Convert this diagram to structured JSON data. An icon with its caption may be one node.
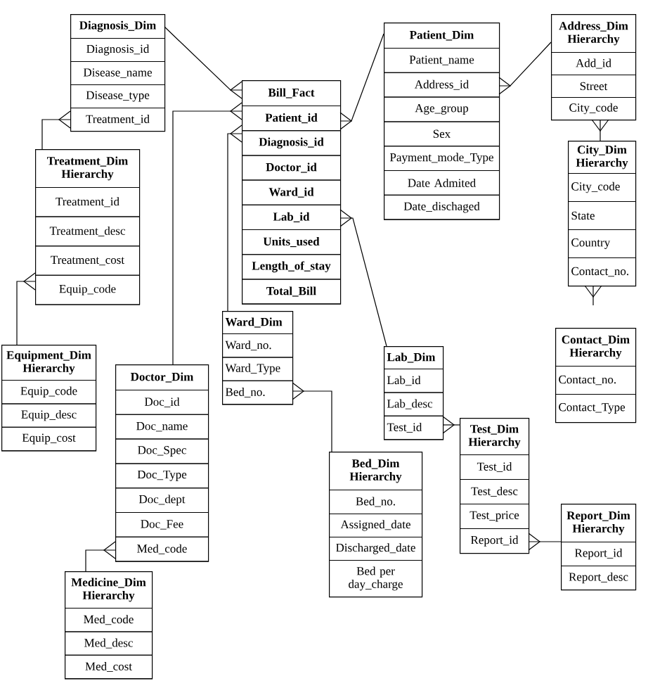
{
  "diagram": {
    "nodes": [
      {
        "text": [
          "Diagnosis_Dim",
          "Diagnosis_id",
          "Disease_name",
          "Disease_type",
          "Treatment_id"
        ]
      },
      {
        "text": [
          "Bill_Fact",
          "Patient_id",
          "Diagnosis_id",
          "Doctor_id",
          "Ward_id",
          "Lab_id",
          "Units_used",
          "Length_of_stay",
          "Total_Bill"
        ]
      },
      {
        "text": [
          "Patient_Dim",
          "Patient_name",
          "Address_id",
          "Age_group",
          "Sex",
          "Payment_mode_Type",
          "Date Admited",
          "Date_dischaged"
        ]
      },
      {
        "text": [
          "Address_Dim Hierarchy",
          "Add_id",
          "Street",
          "City_code"
        ]
      },
      {
        "text": [
          "Treatment_Dim Hierarchy",
          "Treatment_id",
          "Treatment_desc",
          "Treatment_cost",
          "Equip_code"
        ]
      },
      {
        "text": [
          "City_Dim Hierarchy",
          "City_code",
          "State",
          "Country",
          "Contact_no."
        ]
      },
      {
        "text": [
          "Ward_Dim",
          "Ward_no.",
          "Ward_Type",
          "Bed_no."
        ]
      },
      {
        "text": [
          "Contact_Dim Hierarchy",
          "Contact_no.",
          "Contact_Type"
        ]
      },
      {
        "text": [
          "Equipment_Dim Hierarchy",
          "Equip_code",
          "Equip_desc",
          "Equip_cost"
        ]
      },
      {
        "text": [
          "Lab_Dim",
          "Lab_id",
          "Lab_desc",
          "Test_id"
        ]
      },
      {
        "text": [
          "Doctor_Dim",
          "Doc_id",
          "Doc_name",
          "Doc_Spec",
          "Doc_Type",
          "Doc_dept",
          "Doc_Fee",
          "Med_code"
        ]
      },
      {
        "text": [
          "Test_Dim Hierarchy",
          "Test_id",
          "Test_desc",
          "Test_price",
          "Report_id"
        ]
      },
      {
        "text": [
          "Bed_Dim Hierarchy",
          "Bed_no.",
          "Assigned_date",
          "Discharged_date",
          "Bed per day_charge"
        ]
      },
      {
        "text": [
          "Report_Dim Hierarchy",
          "Report_id",
          "Report_desc"
        ]
      },
      {
        "text": [
          "Medicine_Dim Hierarchy",
          "Med_code",
          "Med_desc",
          "Med_cost"
        ]
      }
    ],
    "edges": [
      {
        "from": 0,
        "to": 1,
        "arrow": "other"
      },
      {
        "from": 2,
        "to": 1,
        "arrow": "other"
      },
      {
        "from": 3,
        "to": 2,
        "arrow": "other"
      },
      {
        "from": 4,
        "to": 0,
        "arrow": "other"
      },
      {
        "from": 5,
        "to": 3,
        "arrow": "other"
      },
      {
        "from": 8,
        "to": 4,
        "arrow": "other"
      },
      {
        "from": 10,
        "to": 1,
        "arrow": "other"
      },
      {
        "from": 6,
        "to": 1,
        "arrow": "other"
      },
      {
        "from": 9,
        "to": 1,
        "arrow": "other"
      },
      {
        "from": 11,
        "to": 9,
        "arrow": "other"
      },
      {
        "from": 13,
        "to": 11,
        "arrow": "other"
      },
      {
        "from": 12,
        "to": 6,
        "arrow": "other"
      },
      {
        "from": 14,
        "to": 10,
        "arrow": "other"
      },
      {
        "from": null,
        "to": 5,
        "arrow": "other"
      }
    ]
  }
}
